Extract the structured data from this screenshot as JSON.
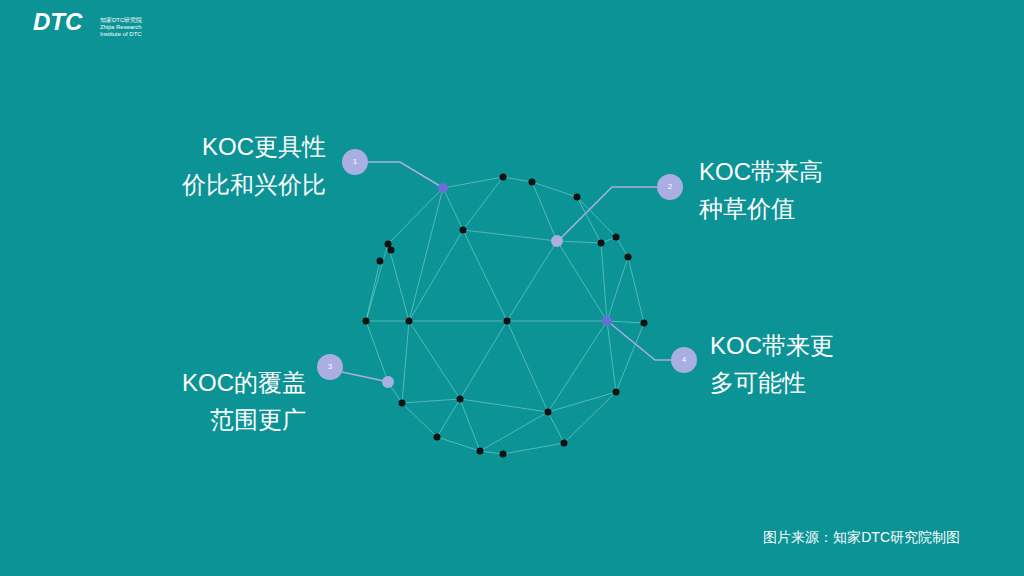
{
  "diagram": {
    "caption": "图片来源：知家DTC研究院制图",
    "nodes": [
      {
        "text": [
          "1"
        ]
      },
      {
        "text": [
          "2"
        ]
      },
      {
        "text": [
          "3"
        ]
      },
      {
        "text": [
          "4"
        ]
      }
    ],
    "labels": [
      "DTC",
      "知家DTC研究院",
      "Zhijia Research Institute of DTC",
      "KOC更具性价比和兴价比",
      "KOC带来高种草价值",
      "KOC的覆盖范围更广",
      "KOC带来更多可能性"
    ]
  }
}
